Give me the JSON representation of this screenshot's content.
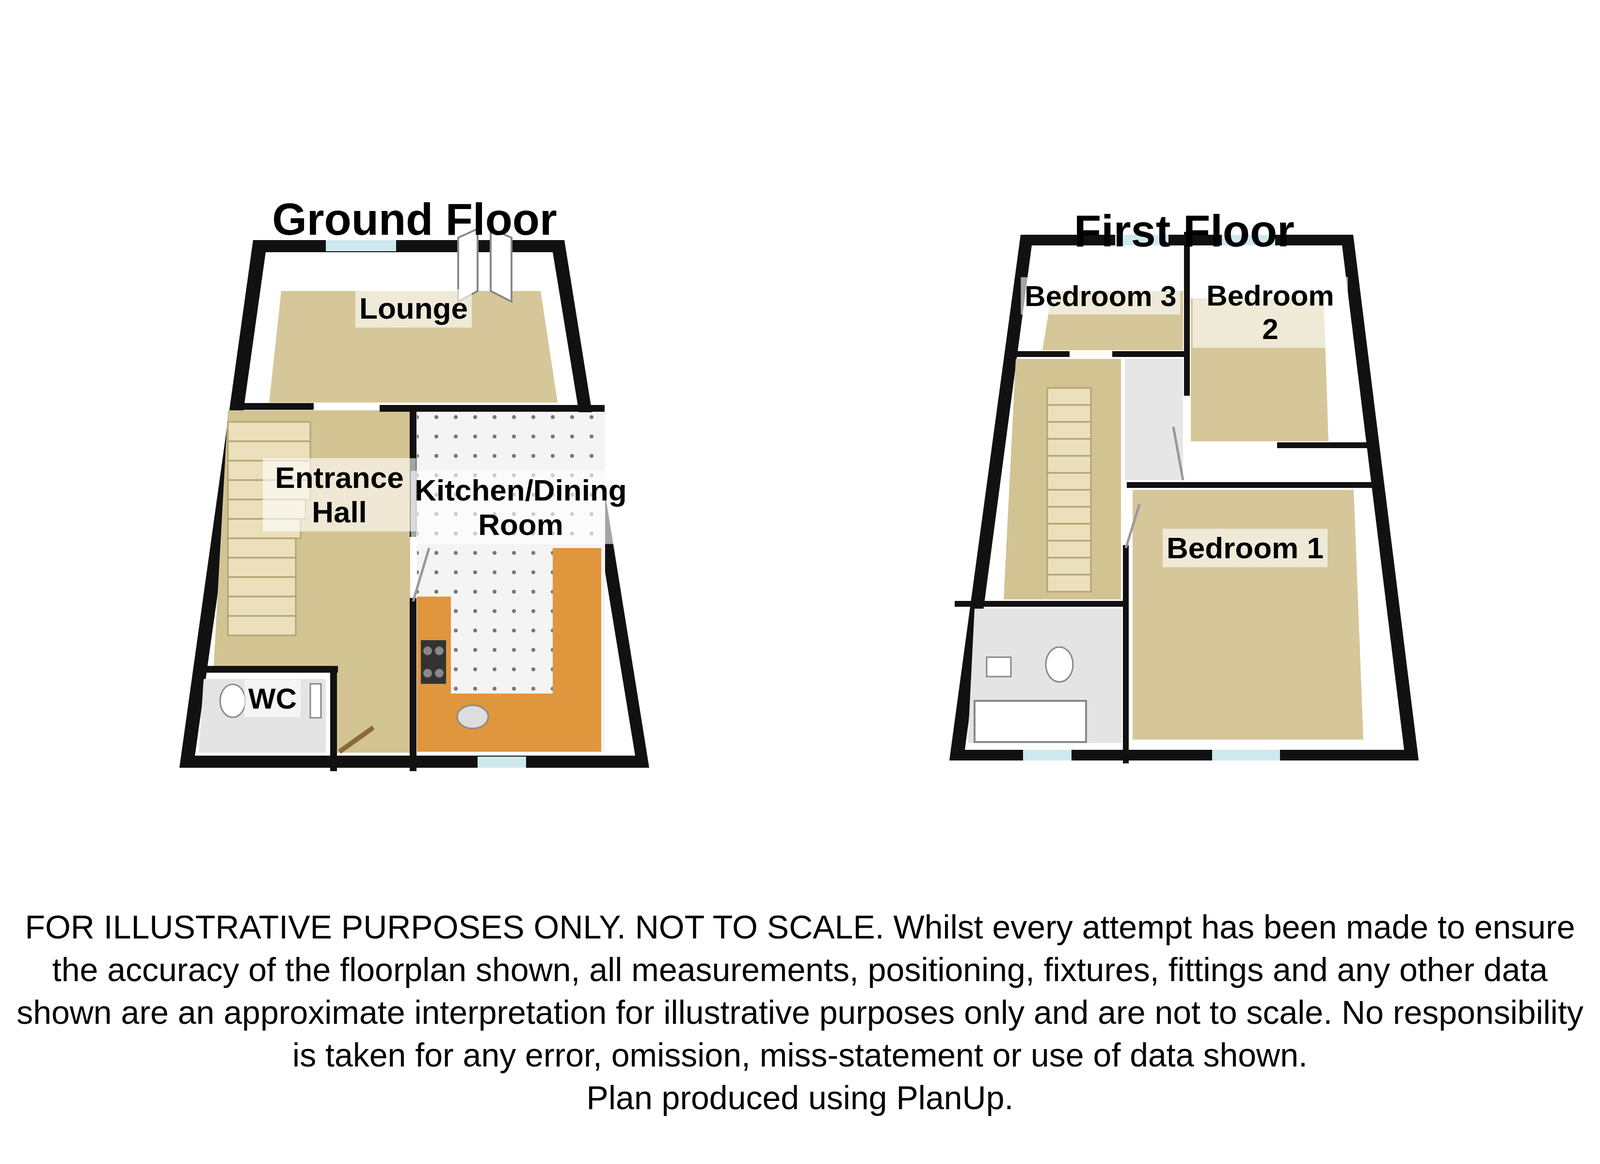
{
  "diagram": {
    "caption": "FOR ILLUSTRATIVE PURPOSES ONLY. NOT TO SCALE. Whilst every attempt has been made to ensure the accuracy of the floorplan shown, all measurements, positioning, fixtures, fittings and any other data shown are an approximate interpretation for illustrative purposes only and are not to scale. No responsibility is taken for any error, omission, miss-statement or use of data shown.",
    "nodes": [
      {
        "text": [
          "Ground Floor"
        ]
      },
      {
        "text": [
          "Lounge"
        ],
        "in": 0
      },
      {
        "text": [
          "Entrance Hall"
        ],
        "in": 0
      },
      {
        "text": [
          "Kitchen/Dining Room"
        ],
        "in": 0
      },
      {
        "text": [
          "WC"
        ],
        "in": 0
      },
      {
        "text": [
          "First Floor"
        ]
      },
      {
        "text": [
          "Bedroom 3"
        ],
        "in": 5
      },
      {
        "text": [
          "Bedroom 2"
        ],
        "in": 5
      },
      {
        "text": [
          "Bedroom 1"
        ],
        "in": 5
      }
    ],
    "labels": [
      "Plan produced using PlanUp."
    ]
  }
}
